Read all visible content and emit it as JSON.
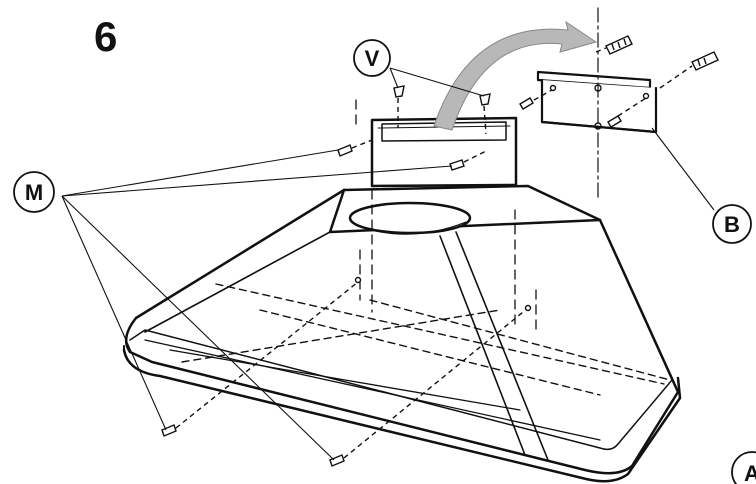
{
  "figure": {
    "step_number": "6",
    "callouts": {
      "v": "V",
      "m": "M",
      "b": "B",
      "a": "A"
    }
  },
  "colors": {
    "ink": "#111111",
    "arrow_fill": "#b8b8b8",
    "background": "#ffffff"
  }
}
